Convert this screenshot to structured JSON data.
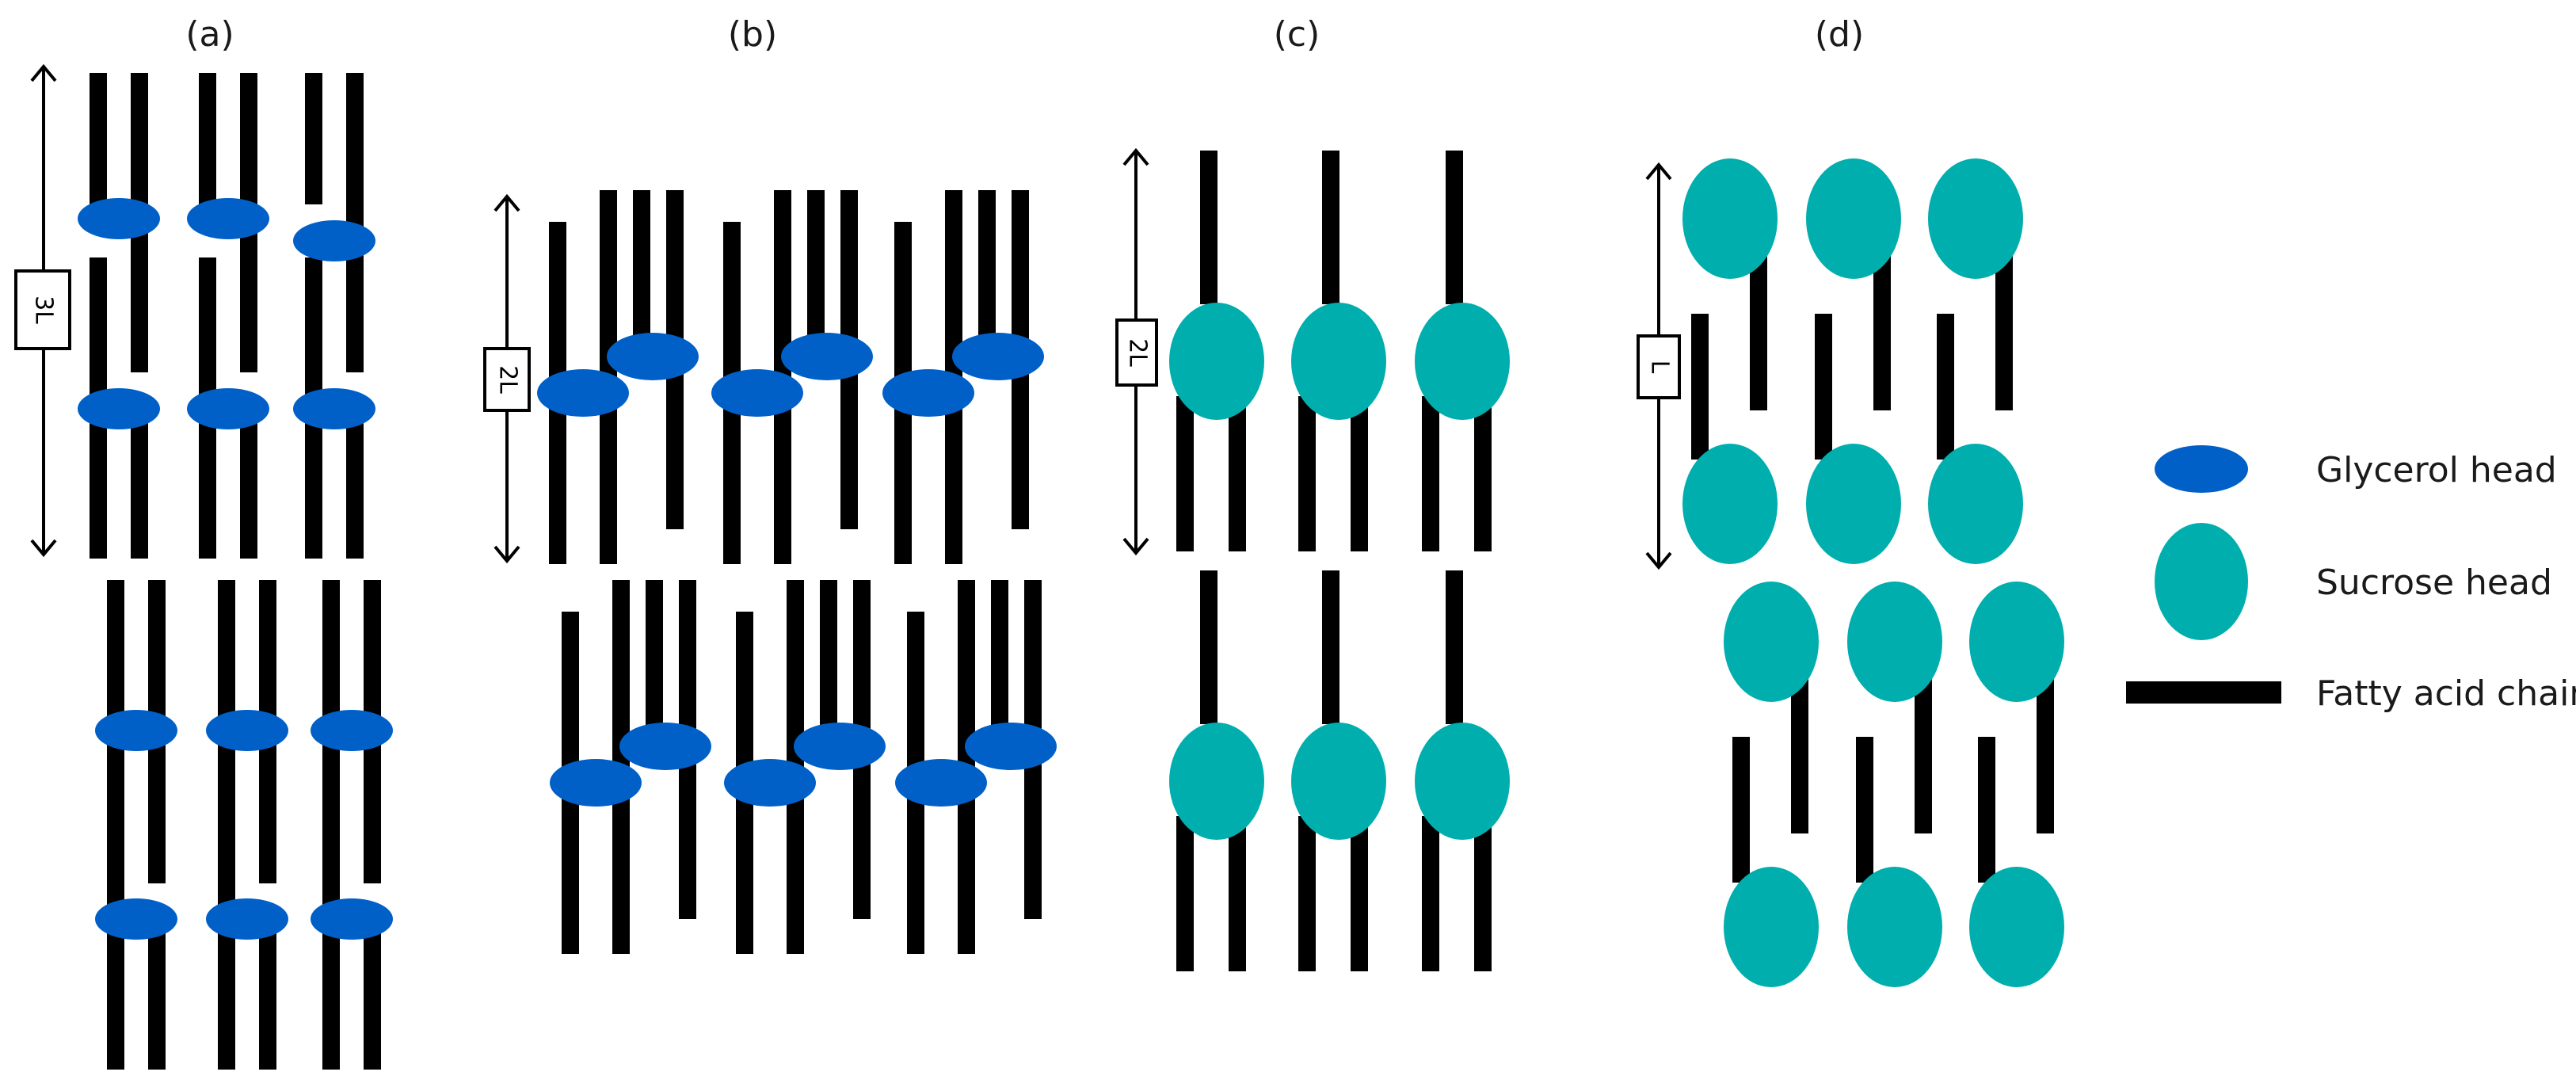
{
  "panels": [
    {
      "id": "a",
      "label": "(a)",
      "dimension": "3L"
    },
    {
      "id": "b",
      "label": "(b)",
      "dimension": "2L"
    },
    {
      "id": "c",
      "label": "(c)",
      "dimension": "2L"
    },
    {
      "id": "d",
      "label": "(d)",
      "dimension": "L"
    }
  ],
  "legend": {
    "glycerol": "Glycerol head",
    "sucrose": "Sucrose head",
    "chain": "Fatty acid chain"
  },
  "colors": {
    "glycerol_head": "#0060c8",
    "sucrose_head": "#00aeae",
    "chain": "#000000"
  }
}
